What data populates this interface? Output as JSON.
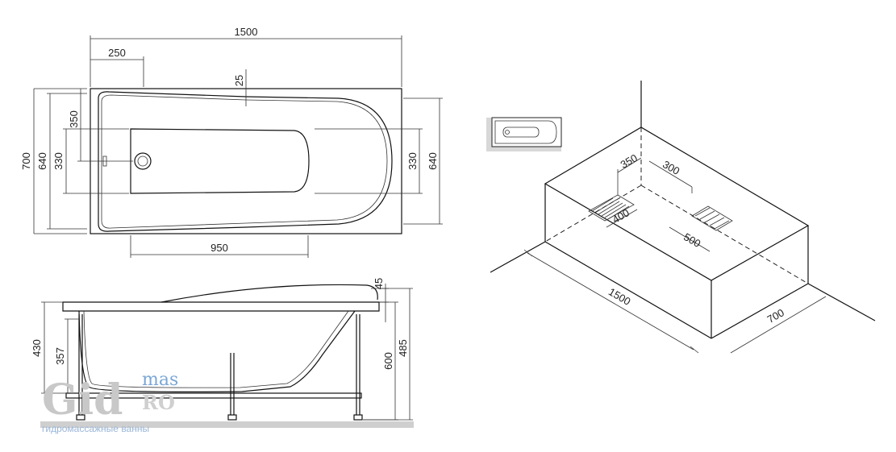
{
  "top_view": {
    "length_total": "1500",
    "offset_drain": "250",
    "rim_offset": "25",
    "width_total": "700",
    "width_inner": "640",
    "drain_offset": "350",
    "bottom_width_left": "330",
    "bottom_width_right": "330",
    "width_right": "640",
    "bottom_length": "950"
  },
  "side_view": {
    "rim_thickness": "45",
    "height_rim": "430",
    "height_bottom": "357",
    "height_overall": "600",
    "height_total": "485"
  },
  "iso_view": {
    "dim_350": "350",
    "dim_300": "300",
    "dim_400": "400",
    "dim_500": "500",
    "length": "1500",
    "width": "700"
  },
  "watermark": {
    "brand_main": "Gid",
    "brand_mas": "mas",
    "brand_ro": "RO",
    "tagline": "гидромассажные ванны"
  }
}
